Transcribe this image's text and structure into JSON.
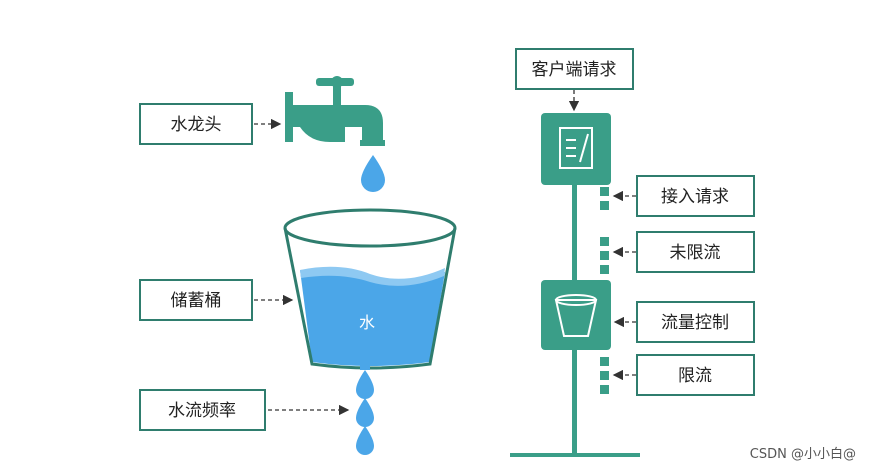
{
  "left_labels": {
    "faucet": "水龙头",
    "bucket": "储蓄桶",
    "flow_rate": "水流频率"
  },
  "bucket_water_text": "水",
  "right_labels": {
    "client_request": "客户端请求",
    "accept_request": "接入请求",
    "not_limited": "未限流",
    "flow_control": "流量控制",
    "limited": "限流"
  },
  "watermark": "CSDN @小小白@",
  "colors": {
    "teal": "#3a9e88",
    "teal_dark": "#2f7d6e",
    "water": "#4ba6e8",
    "water_light": "#8ec9f2"
  }
}
